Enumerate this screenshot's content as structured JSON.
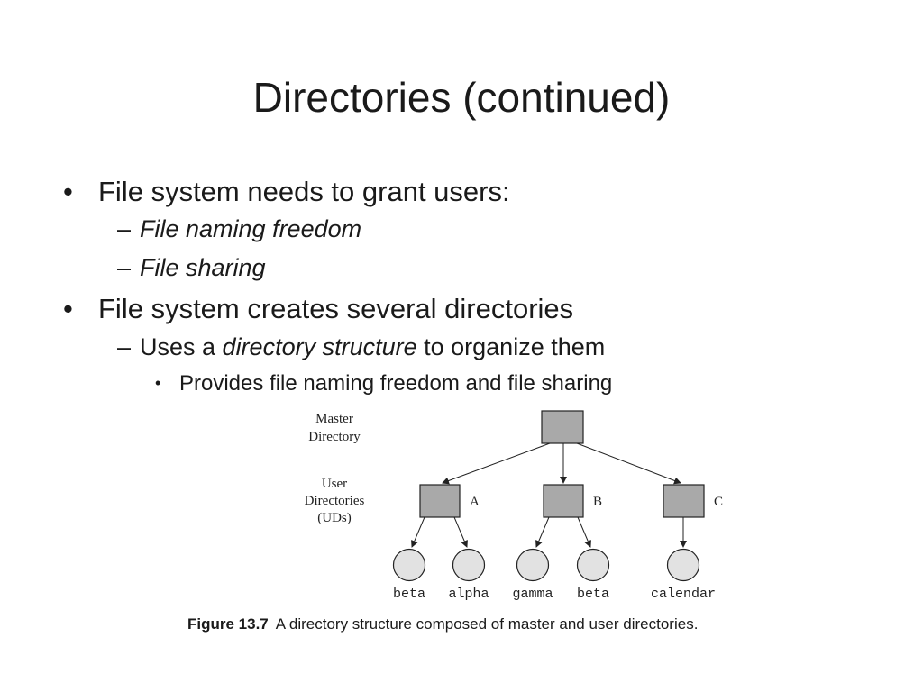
{
  "slide": {
    "title": "Directories (continued)",
    "bullets": [
      {
        "marker": "•",
        "text": "File system needs to grant users:"
      },
      {
        "marker": "–",
        "text": "File naming freedom"
      },
      {
        "marker": "–",
        "text": "File sharing"
      },
      {
        "marker": "•",
        "text": "File system creates several directories"
      },
      {
        "marker": "–",
        "pre": "Uses a ",
        "em": "directory structure",
        "post": " to organize them"
      },
      {
        "marker": "•",
        "text": "Provides file naming freedom and file sharing"
      }
    ]
  },
  "diagram": {
    "labels": {
      "master_line1": "Master",
      "master_line2": "Directory",
      "user_line1": "User",
      "user_line2": "Directories",
      "user_line3": "(UDs)"
    },
    "user_dirs": [
      "A",
      "B",
      "C"
    ],
    "files": [
      "beta",
      "alpha",
      "gamma",
      "beta",
      "calendar"
    ],
    "colors": {
      "box_fill": "#a9a9a9",
      "circle_fill": "#e2e2e2",
      "stroke": "#222222"
    }
  },
  "caption": {
    "figure": "Figure 13.7",
    "text": "A directory structure composed of master and user directories."
  }
}
